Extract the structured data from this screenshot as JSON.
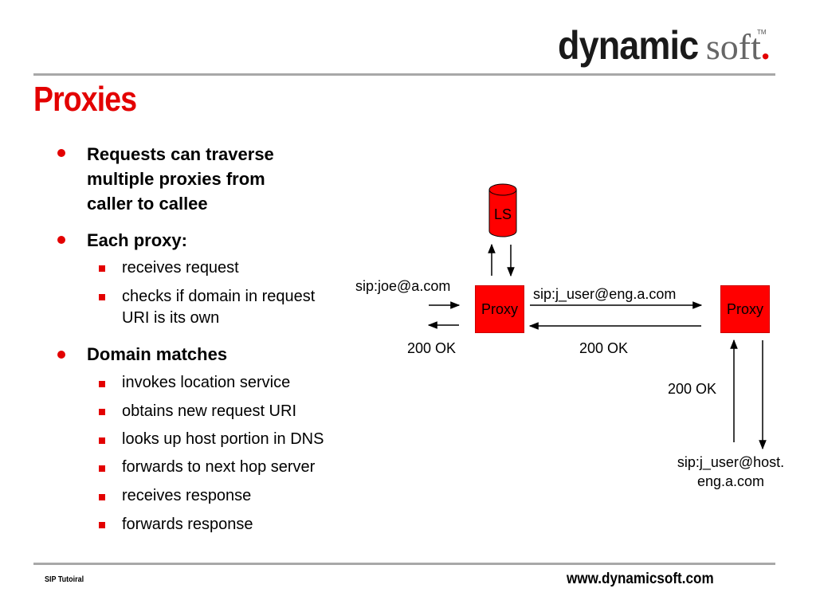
{
  "logo": {
    "bold": "dynamic",
    "light": "soft",
    "dot": ".",
    "tm": "TM"
  },
  "title": "Proxies",
  "bullets": [
    {
      "text_lines": [
        "Requests can traverse",
        "multiple proxies from",
        "caller to callee"
      ]
    },
    {
      "text": "Each proxy:"
    },
    {
      "text": "receives request"
    },
    {
      "text_lines": [
        "checks if domain in request",
        "URI is its own"
      ]
    },
    {
      "text": "Domain matches"
    },
    {
      "text": "invokes location service"
    },
    {
      "text": "obtains new request URI"
    },
    {
      "text": "looks up host portion in DNS"
    },
    {
      "text": "forwards to next hop server"
    },
    {
      "text": "receives response"
    },
    {
      "text": "forwards response"
    }
  ],
  "diagram": {
    "ls_label": "LS",
    "proxy1": "Proxy",
    "proxy2": "Proxy",
    "sip_joe": "sip:joe@a.com",
    "ok_left": "200 OK",
    "sip_j_user": "sip:j_user@eng.a.com",
    "ok_middle": "200 OK",
    "ok_right": "200 OK",
    "sip_host_line1": "sip:j_user@host.",
    "sip_host_line2": "eng.a.com"
  },
  "footer": {
    "left": "SIP Tutoiral",
    "right": "www.dynamicsoft.com"
  },
  "colors": {
    "accent": "#e30000",
    "rule": "#a8a8a8"
  }
}
